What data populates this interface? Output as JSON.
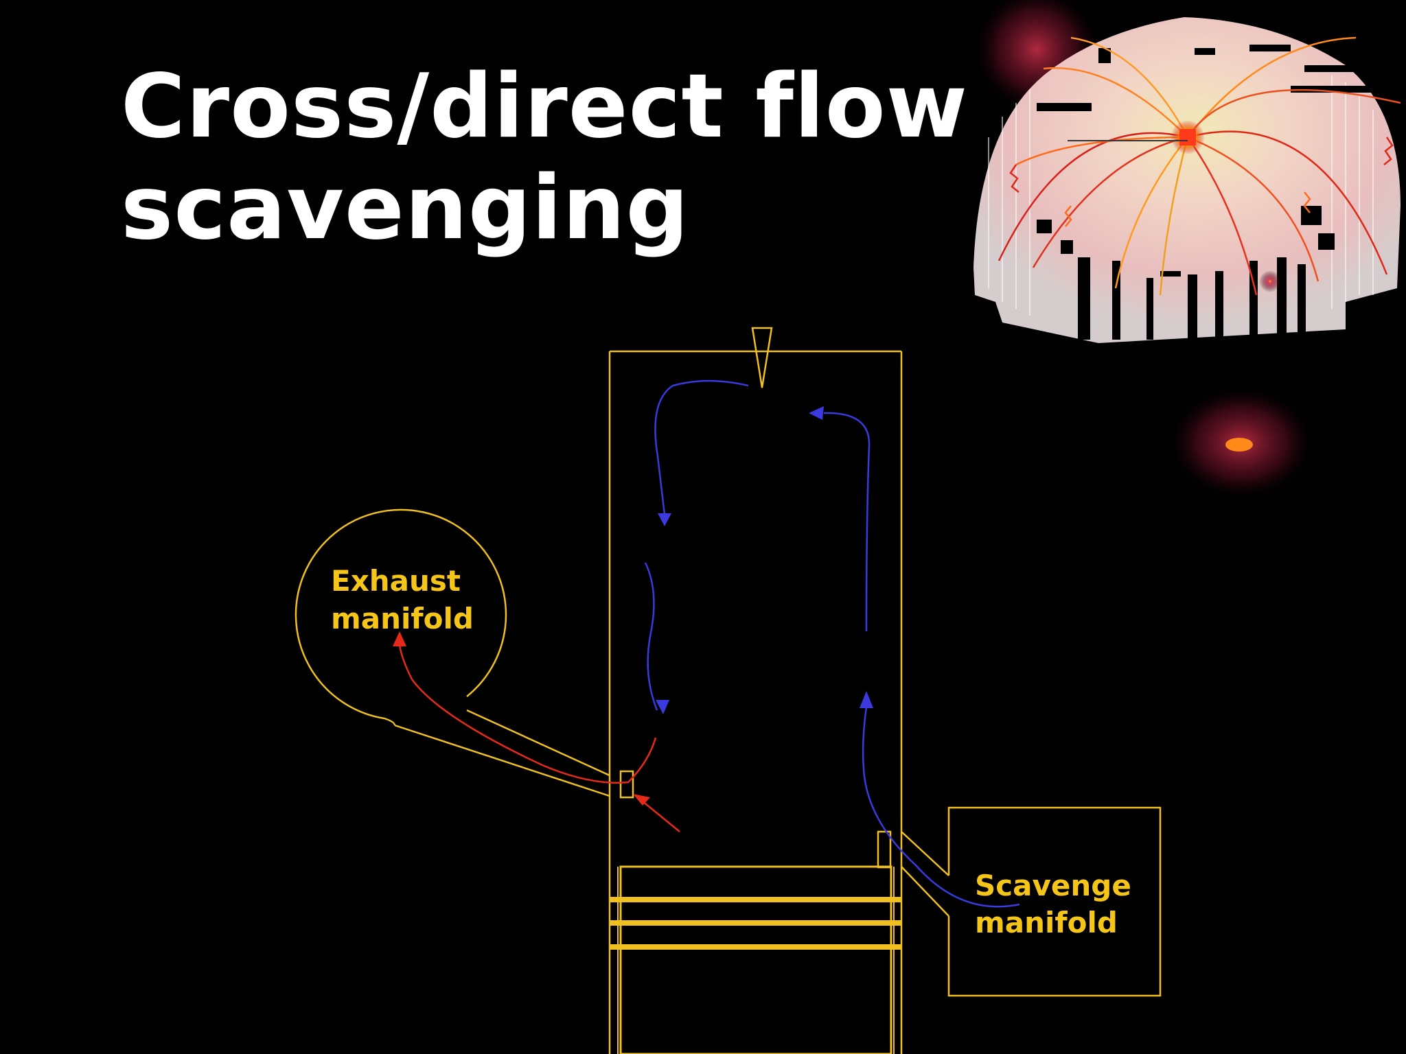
{
  "slide": {
    "title_line1": "Cross/direct flow",
    "title_line2": "scavenging"
  },
  "diagram": {
    "exhaust_label_line1": "Exhaust",
    "exhaust_label_line2": "manifold",
    "scavenge_label_line1": "Scavenge",
    "scavenge_label_line2": "manifold"
  },
  "colors": {
    "background": "#000000",
    "title": "#ffffff",
    "outline": "#f0c020",
    "label": "#f5c518",
    "scavenge_air_flow": "#3a3adf",
    "exhaust_gas_flow": "#e52a1a"
  },
  "icons": {
    "decoration": "firework-icon",
    "decoration_small": "glow-icon"
  }
}
